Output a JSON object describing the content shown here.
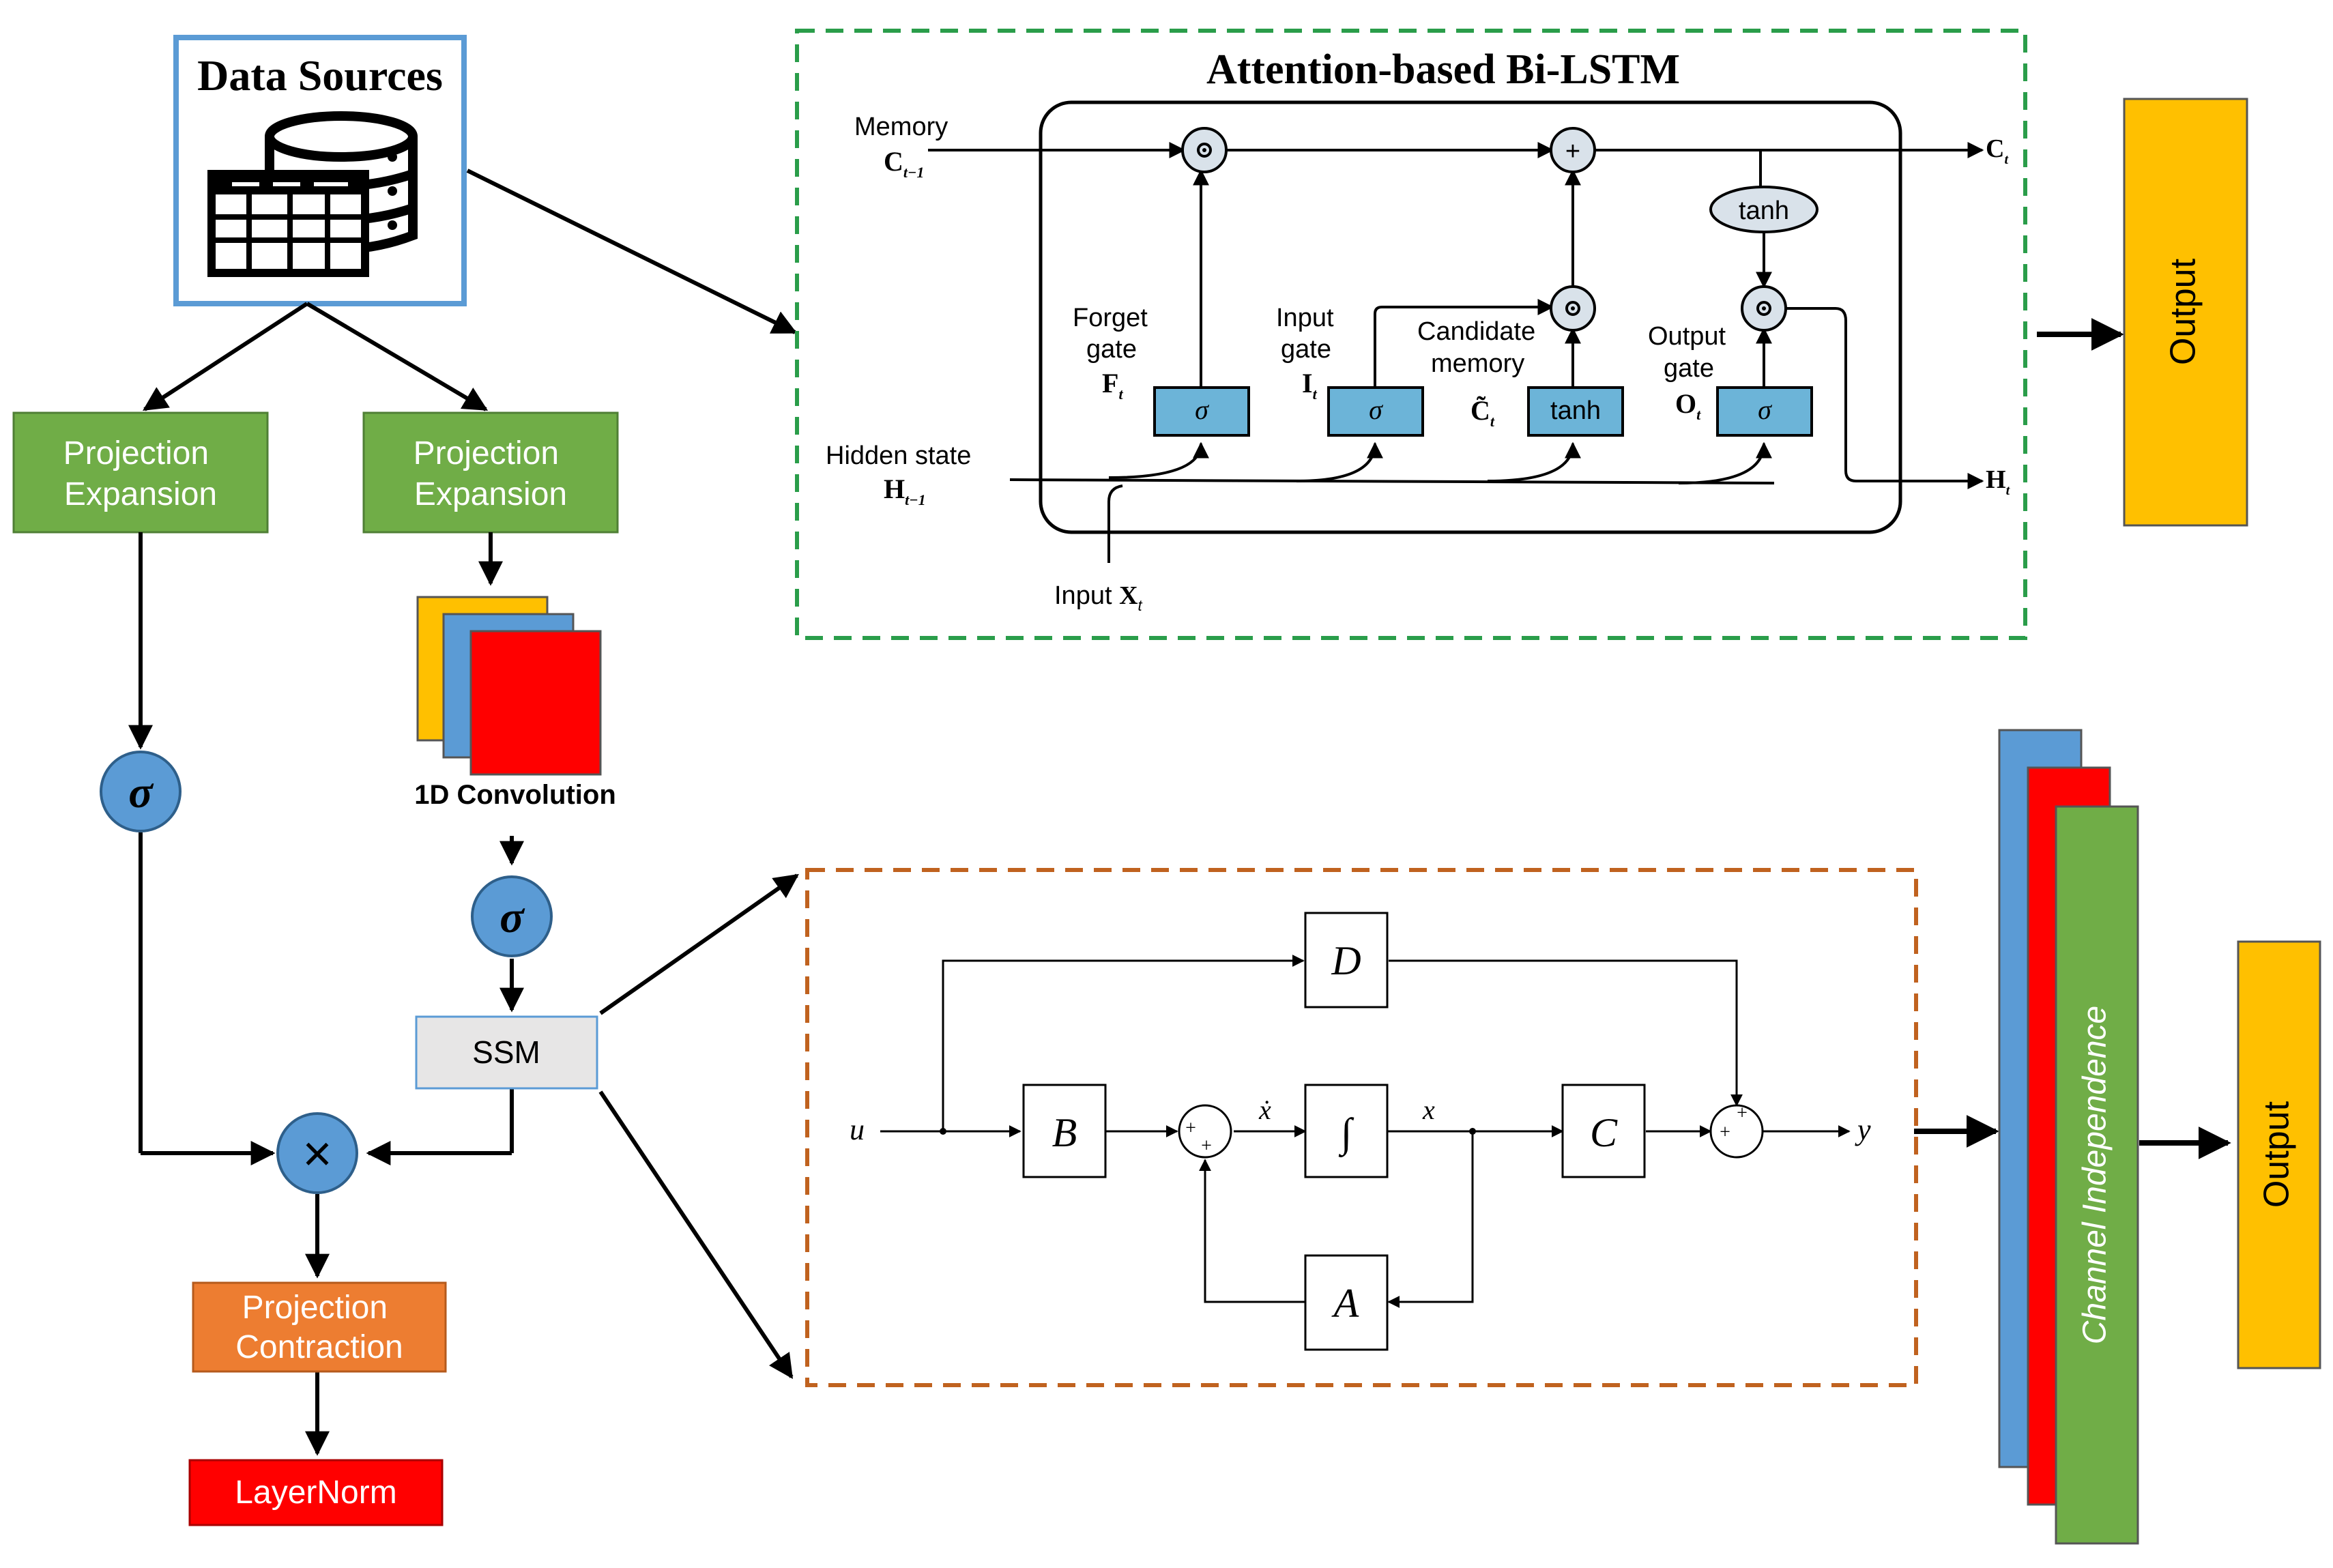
{
  "data_sources": {
    "title": "Data Sources",
    "icon": "database-table-icon"
  },
  "left_branch": {
    "projection_expansion_a": [
      "Projection",
      "Expansion"
    ],
    "projection_expansion_b": [
      "Projection",
      "Expansion"
    ],
    "conv_label": "1D Convolution",
    "sigma": "σ",
    "ssm": "SSM",
    "multiply": "×",
    "projection_contraction": [
      "Projection",
      "Contraction"
    ],
    "layernorm": "LayerNorm"
  },
  "bilstm": {
    "title": "Attention-based Bi-LSTM",
    "memory": {
      "line1": "Memory",
      "line2": "C",
      "sub": "t−1"
    },
    "hidden": {
      "line1": "Hidden state",
      "line2": "H",
      "sub": "t−1"
    },
    "input": {
      "text": "Input ",
      "sym": "X",
      "sub": "t"
    },
    "forget": {
      "line1": "Forget",
      "line2": "gate",
      "sym": "F",
      "sub": "t"
    },
    "input_gate": {
      "line1": "Input",
      "line2": "gate",
      "sym": "I",
      "sub": "t"
    },
    "candidate": {
      "line1": "Candidate",
      "line2": "memory",
      "sym": "C̃",
      "sub": "t"
    },
    "output_gate": {
      "line1": "Output",
      "line2": "gate",
      "sym": "O",
      "sub": "t"
    },
    "ct_out": {
      "sym": "C",
      "sub": "t"
    },
    "ht_out": {
      "sym": "H",
      "sub": "t"
    },
    "sigma": "σ",
    "tanh": "tanh",
    "plus": "+",
    "odot": "⊙"
  },
  "ssm_block": {
    "u": "u",
    "y": "y",
    "x": "x",
    "xdot": "ẋ",
    "B": "B",
    "D": "D",
    "A": "A",
    "C": "C",
    "int": "∫",
    "plus": "+"
  },
  "output_top": "Output",
  "output_bottom": "Output",
  "channel_independence": "Channel Independence",
  "colors": {
    "green_block": "#70ad47",
    "orange_block": "#ed7d31",
    "red": "#ff0000",
    "blue": "#5b9bd5",
    "yellow": "#ffc000",
    "lstm_gate": "#6cb4d8",
    "lstm_dash": "#2a9d4a",
    "ssm_dash": "#c0621f"
  }
}
